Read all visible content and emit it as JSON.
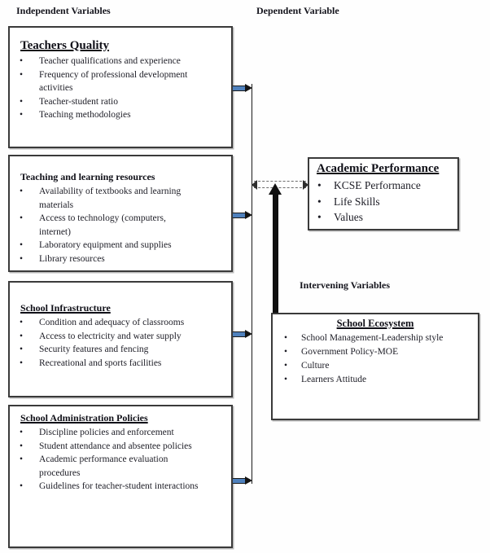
{
  "diagram": {
    "headers": {
      "independent": "Independent Variables",
      "dependent": "Dependent Variable",
      "intervening": "Intervening Variables"
    },
    "independent_boxes": [
      {
        "title": "Teachers Quality",
        "items": [
          "Teacher qualifications and experience",
          "Frequency of professional development\nactivities",
          "Teacher-student ratio",
          "Teaching methodologies"
        ]
      },
      {
        "title": "Teaching and learning resources",
        "items": [
          "Availability of textbooks and learning\nmaterials",
          "Access to technology (computers,\ninternet)",
          "Laboratory equipment and supplies",
          "Library resources"
        ]
      },
      {
        "title": "School Infrastructure",
        "items": [
          "Condition and adequacy of classrooms",
          "Access to electricity and water supply",
          "Security features and fencing",
          "Recreational and sports facilities"
        ]
      },
      {
        "title": "School Administration Policies",
        "items": [
          "Discipline policies and enforcement",
          "Student attendance and absentee policies",
          "Academic performance evaluation\nprocedures",
          "Guidelines for teacher-student interactions"
        ]
      }
    ],
    "dependent_box": {
      "title": "Academic Performance",
      "items": [
        "KCSE Performance",
        "Life Skills",
        "Values"
      ]
    },
    "intervening_box": {
      "title": "School Ecosystem",
      "items": [
        "School Management-Leadership style",
        "Government Policy-MOE",
        "Culture",
        "Learners Attitude"
      ]
    },
    "colors": {
      "connector_blue": "#4f81bd",
      "line_black": "#1b1b1b",
      "dashed_gray": "#6b6b6b"
    }
  }
}
